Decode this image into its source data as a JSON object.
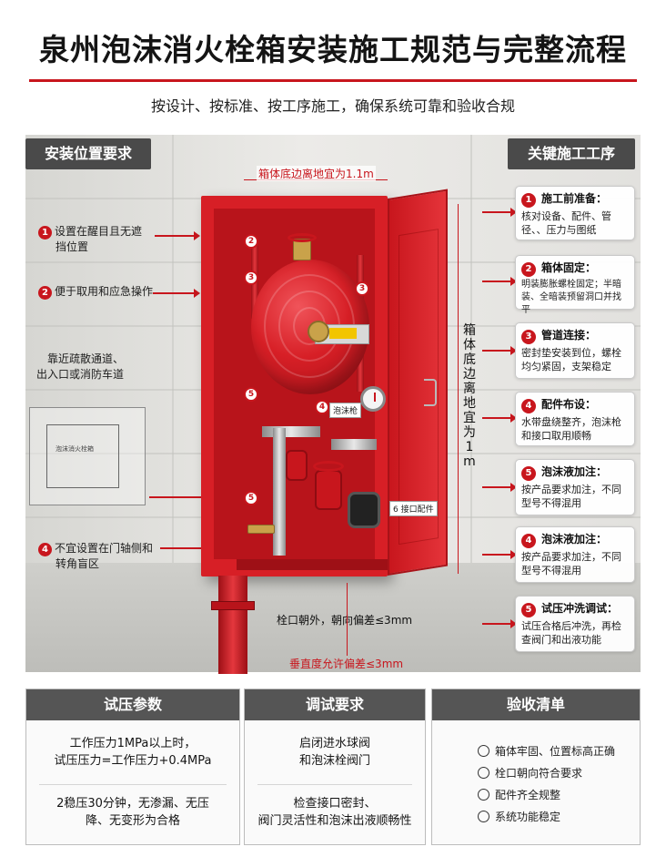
{
  "header": {
    "title": "泉州泡沫消火栓箱安装施工规范与完整流程",
    "subtitle": "按设计、按标准、按工序施工，确保系统可靠和验收合规"
  },
  "location_section": {
    "heading": "安装位置要求",
    "items": [
      {
        "num": "1",
        "text_line1": "设置在醒目且无遮",
        "text_line2": "挡位置"
      },
      {
        "num": "2",
        "text_line1": "便于取用和应急操作",
        "text_line2": ""
      },
      {
        "num": "",
        "text_line1": "靠近疏散通道、",
        "text_line2": "出入口或消防车道"
      },
      {
        "num": "4",
        "text_line1": "不宜设置在门轴侧和",
        "text_line2": "转角盲区"
      }
    ],
    "floorplan_label": "泡沫消火栓箱"
  },
  "cabinet_callouts": {
    "markers": [
      "2",
      "3",
      "3",
      "5",
      "4",
      "5"
    ],
    "tag_foam_gun": "泡沫枪",
    "tag_fittings": "6 接口配件",
    "dim_top": "箱体底边离地宜为1.1m",
    "dim_side": [
      "箱",
      "体",
      "底",
      "边",
      "离",
      "地",
      "宜",
      "为",
      "1",
      "m"
    ],
    "outlet_note": "栓口朝外，朝向偏差≤3mm",
    "vertical_note": "垂直度允许偏差≤3mm"
  },
  "process_section": {
    "heading": "关键施工工序",
    "steps": [
      {
        "num": "1",
        "title": "施工前准备：",
        "desc": "核对设备、配件、管径、、压力与图纸"
      },
      {
        "num": "2",
        "title": "箱体固定：",
        "desc": "明装膨胀螺栓固定；半暗装、全暗装预留洞口并找平"
      },
      {
        "num": "3",
        "title": "管道连接：",
        "desc": "密封垫安装到位，螺栓均匀紧固，支架稳定"
      },
      {
        "num": "4",
        "title": "配件布设：",
        "desc": "水带盘绕整齐，泡沫枪和接口取用顺畅"
      },
      {
        "num": "5",
        "title": "泡沫液加注：",
        "desc": "按产品要求加注，不同型号不得混用"
      },
      {
        "num": "4",
        "title": "泡沫液加注：",
        "desc": "按产品要求加注，不同型号不得混用"
      },
      {
        "num": "5",
        "title": "试压冲洗调试：",
        "desc": "试压合格后冲洗，再检查阀门和出液功能"
      }
    ]
  },
  "panels": {
    "pressure": {
      "heading": "试压参数",
      "block1_line1": "工作压力1MPa以上时，",
      "block1_line2": "试压压力=工作压力+0.4MPa",
      "block2_line1": "2稳压30分钟，无渗漏、无压",
      "block2_line2": "降、无变形为合格"
    },
    "debug": {
      "heading": "调试要求",
      "block1_line1": "启闭进水球阀",
      "block1_line2": "和泡沫栓阀门",
      "block2_line1": "检查接口密封、",
      "block2_line2": "阀门灵活性和泡沫出液顺畅性"
    },
    "acceptance": {
      "heading": "验收清单",
      "items": [
        "箱体牢固、位置标高正确",
        "栓口朝向符合要求",
        "配件齐全规整",
        "系统功能稳定"
      ]
    }
  },
  "colors": {
    "accent": "#c8161d",
    "header_bg": "#4a4a4a",
    "cabinet": "#d71f26"
  }
}
